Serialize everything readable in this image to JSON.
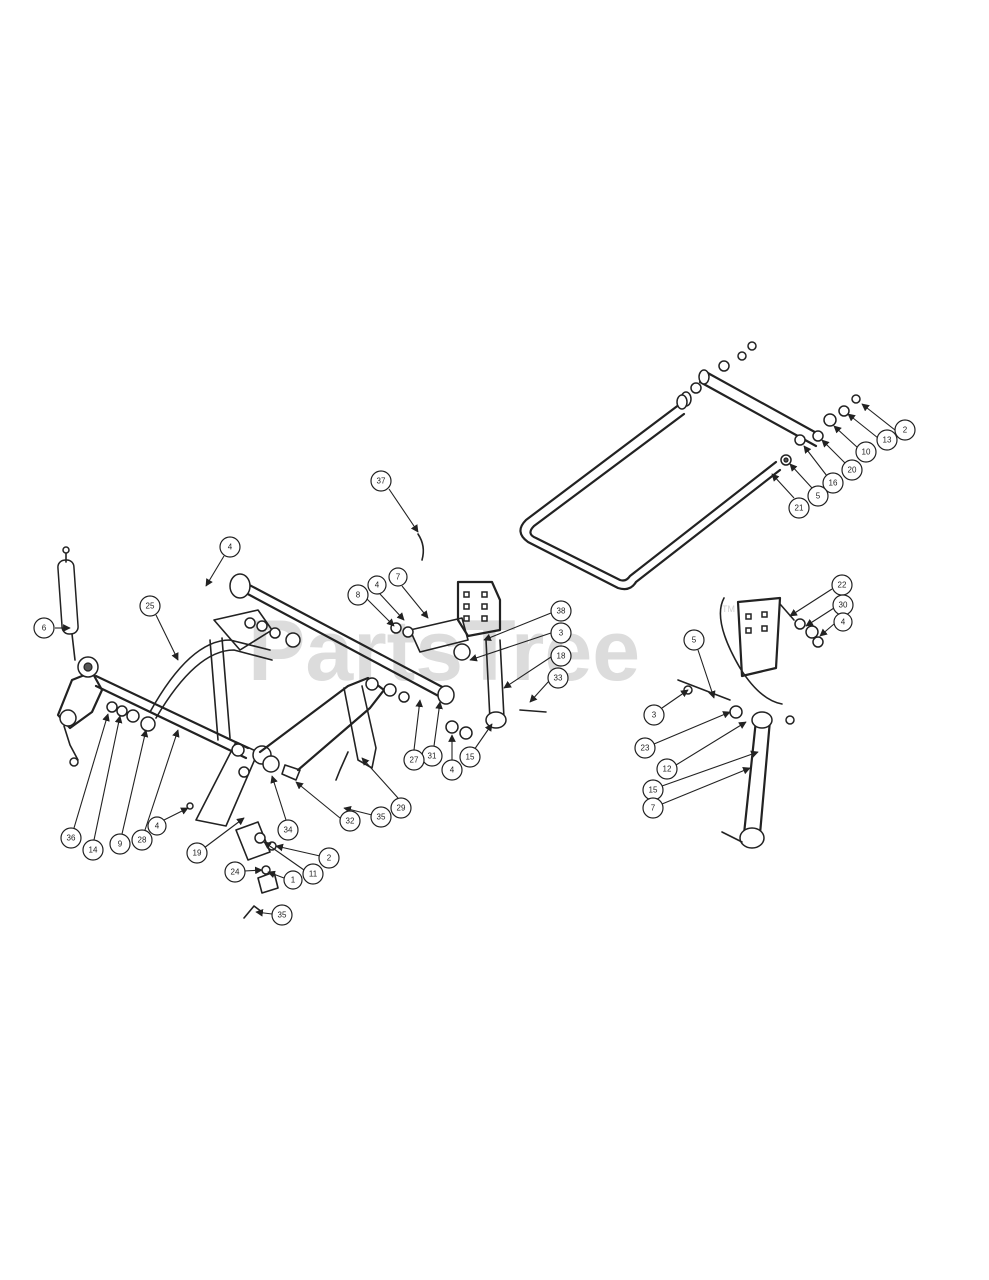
{
  "watermark": {
    "brand": "PartsTree",
    "trademark": "TM"
  },
  "callouts": [
    {
      "label": "37"
    },
    {
      "label": "4"
    },
    {
      "label": "25"
    },
    {
      "label": "6"
    },
    {
      "label": "8"
    },
    {
      "label": "4"
    },
    {
      "label": "7"
    },
    {
      "label": "38"
    },
    {
      "label": "3"
    },
    {
      "label": "18"
    },
    {
      "label": "33"
    },
    {
      "label": "4"
    },
    {
      "label": "15"
    },
    {
      "label": "31"
    },
    {
      "label": "27"
    },
    {
      "label": "36"
    },
    {
      "label": "14"
    },
    {
      "label": "9"
    },
    {
      "label": "28"
    },
    {
      "label": "4"
    },
    {
      "label": "29"
    },
    {
      "label": "35"
    },
    {
      "label": "32"
    },
    {
      "label": "34"
    },
    {
      "label": "19"
    },
    {
      "label": "2"
    },
    {
      "label": "11"
    },
    {
      "label": "1"
    },
    {
      "label": "24"
    },
    {
      "label": "35"
    },
    {
      "label": "2"
    },
    {
      "label": "13"
    },
    {
      "label": "10"
    },
    {
      "label": "20"
    },
    {
      "label": "16"
    },
    {
      "label": "5"
    },
    {
      "label": "21"
    },
    {
      "label": "22"
    },
    {
      "label": "30"
    },
    {
      "label": "4"
    },
    {
      "label": "5"
    },
    {
      "label": "3"
    },
    {
      "label": "23"
    },
    {
      "label": "12"
    },
    {
      "label": "15"
    },
    {
      "label": "7"
    }
  ]
}
